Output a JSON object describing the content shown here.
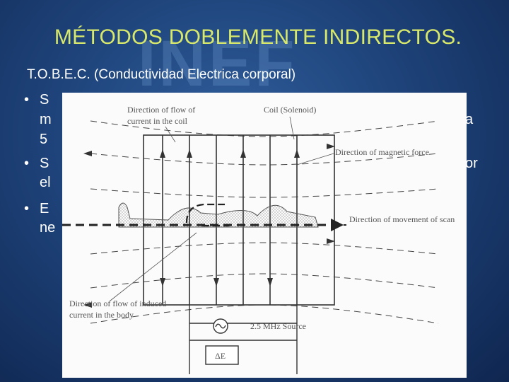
{
  "slide": {
    "watermark": "INEF",
    "title": "MÉTODOS DOBLEMENTE INDIRECTOS.",
    "subtitle": "T.O.B.E.C. (Conductividad Electrica corporal)"
  },
  "bullets": [
    {
      "marker": "•",
      "lines": [
        "S",
        "m",
        "5"
      ],
      "right": [
        "",
        "a",
        ""
      ]
    },
    {
      "marker": "•",
      "lines": [
        "S",
        "el"
      ],
      "right": [
        "or",
        ""
      ]
    },
    {
      "marker": "•",
      "lines": [
        "E",
        "ne"
      ],
      "right": [
        "",
        ""
      ]
    }
  ],
  "diagram": {
    "labels": {
      "flow_coil_1": "Direction of flow of",
      "flow_coil_2": "current in the coil",
      "coil": "Coil (Solenoid)",
      "magnetic": "Direction of magnetic force",
      "scan": "Direction of movement of scan",
      "induced_1": "Direction of flow of induced",
      "induced_2": "current in the body",
      "source": "2.5 MHz Source",
      "delta": "ΔE"
    }
  }
}
